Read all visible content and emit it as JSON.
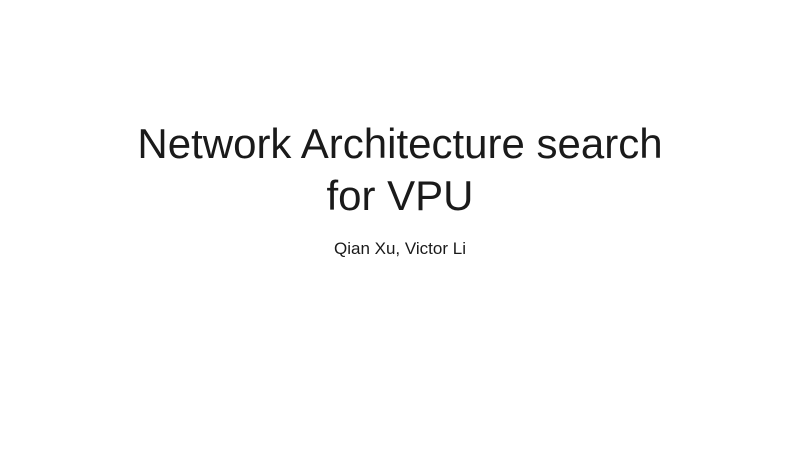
{
  "slide": {
    "title_line_1": "Network Architecture search",
    "title_line_2": "for VPU",
    "authors": "Qian Xu, Victor Li"
  },
  "colors": {
    "background": "#ffffff",
    "text": "#1a1a1a"
  }
}
